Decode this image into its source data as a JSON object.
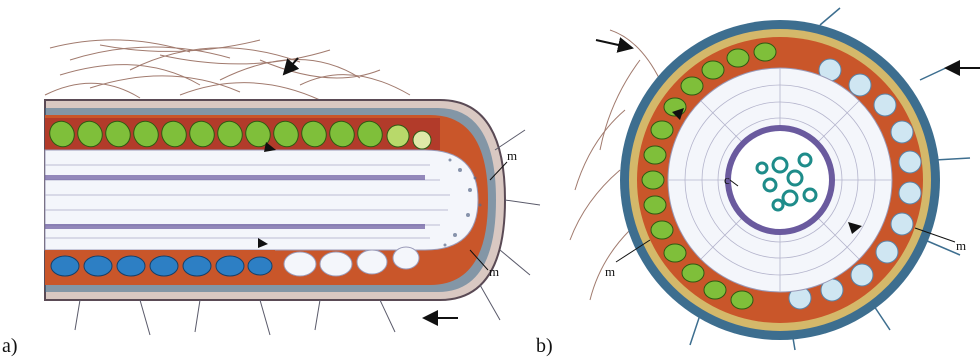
{
  "panels": [
    {
      "id": "a",
      "label": "a)"
    },
    {
      "id": "b",
      "label": "b)"
    }
  ],
  "callouts": {
    "a_m1": "m",
    "a_m2": "m",
    "b_c": "c",
    "b_m_left": "m",
    "b_m_right": "m"
  },
  "colors": {
    "cortex_orange": "#c9562a",
    "green_cells": "#7fbf3a",
    "blue_cells": "#2d7fc4",
    "teal_xylem": "#1e8c8a",
    "endodermis_purple": "#6a5a9e",
    "root_hair_brown": "#8a5a4a",
    "sheath_blue": "#3d6e8f"
  }
}
